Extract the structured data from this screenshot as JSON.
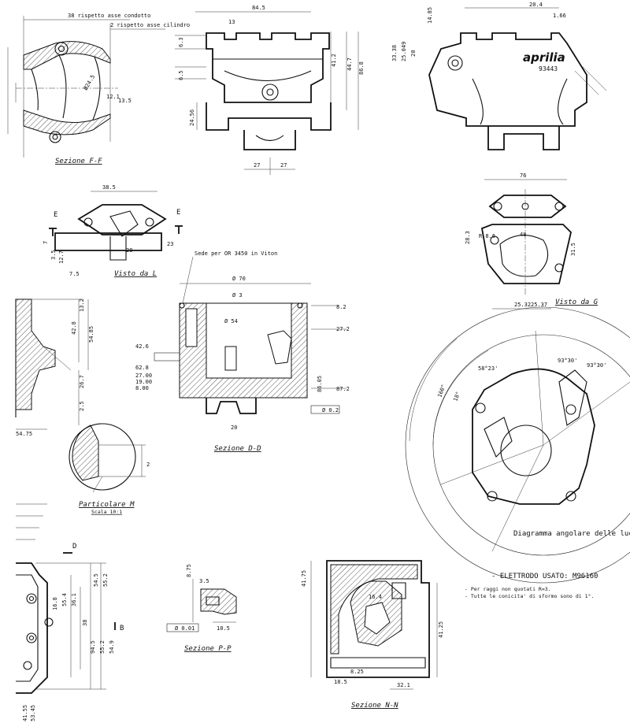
{
  "brand": {
    "logo_text": "aprilia",
    "part_number": "93443"
  },
  "section_labels": {
    "ff": "Sezione F-F",
    "visto_l": "Visto da L",
    "visto_g": "Visto da G",
    "dd": "Sezione D-D",
    "particolare_m": "Particolare M",
    "scala": "Scala 10:1",
    "pp": "Sezione P-P",
    "nn": "Sezione N-N"
  },
  "annotations": {
    "rispetto_condotto": "38 rispetto asse condotto",
    "rispetto_cilindro": "2 rispetto asse cilindro",
    "sede_or": "Sede per OR 3450 in Viton",
    "diagramma": "Diagramma angolare delle luci",
    "elettrodo": "- ELETTRODO USATO: M96160",
    "note_1": "- Per raggi non quotati R=3.",
    "note_2": "- Tutte le conicita' di sformo sono di 1°."
  },
  "section_markers": {
    "e": "E",
    "d": "D",
    "b": "B"
  },
  "dimensions": {
    "top_mid": [
      "84.5",
      "41.2",
      "44.7",
      "86.8",
      "24.56",
      "27",
      "27",
      "13",
      "6.3",
      "6.5"
    ],
    "top_right": [
      "20.4",
      "1.66",
      "14.85",
      "33.38",
      "25.049",
      "20"
    ],
    "visto_l": [
      "38.5",
      "7.5",
      "12.7",
      "3.5",
      "7",
      "28",
      "23"
    ],
    "visto_g": [
      "76",
      "48",
      "31.5",
      "25.32",
      "25.37",
      "28.3",
      "R 8.6"
    ],
    "dd": [
      "Ø 70",
      "Ø 3",
      "Ø 54",
      "Ø 5",
      "27.2",
      "8.2",
      "87.2",
      "42.6",
      "62.8",
      "27.00",
      "19.00",
      "8.00",
      "86.05",
      "20",
      "Ø 0.2"
    ],
    "left_mid": [
      "13.2",
      "42.8",
      "54.85",
      "26.7",
      "2.5",
      "54.75"
    ],
    "bottom_left": [
      "54.5",
      "55.2",
      "38",
      "36.1",
      "55.4",
      "16.8",
      "94.5",
      "55.2",
      "54.9",
      "41.55",
      "53.45"
    ],
    "pp": [
      "8.75",
      "3.5",
      "10.5",
      "Ø 0.01"
    ],
    "nn": [
      "41.25",
      "41.75",
      "32.1",
      "18.5",
      "8.25",
      "16.4"
    ],
    "diagram_angles": [
      "93°30'",
      "93°30'",
      "58°23'",
      "160°",
      "18°"
    ]
  }
}
